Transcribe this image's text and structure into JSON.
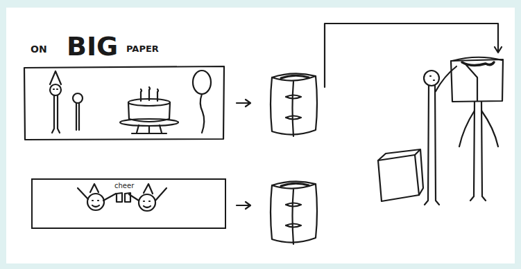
{
  "diagram": {
    "nodes": [
      {
        "text": [
          "cheer"
        ]
      }
    ],
    "labels": [
      "ON",
      "BIG",
      "PAPER"
    ]
  }
}
